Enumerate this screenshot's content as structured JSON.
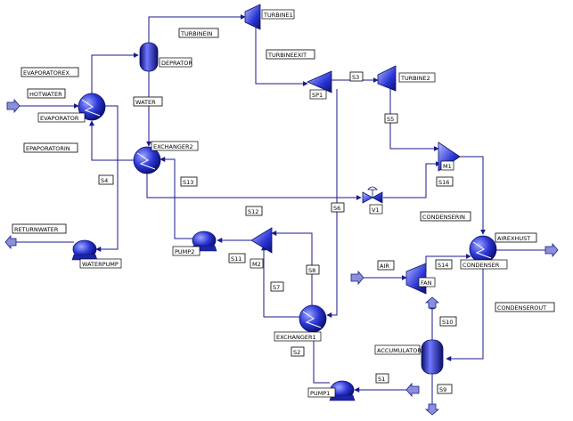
{
  "blocks": {
    "turbine1": "TURBINE1",
    "deprator": "DEPRATOR",
    "evaporator": "EVAPORATOR",
    "exchanger2": "EXCHANGER2",
    "sp1": "SP1",
    "turbine2": "TURBINE2",
    "m1": "M1",
    "v1": "V1",
    "condenser": "CONDENSER",
    "fan": "FAN",
    "accumulator": "ACCUMULATOR",
    "exchanger1": "EXCHANGER1",
    "pump1": "PUMP1",
    "pump2": "PUMP2",
    "m2": "M2",
    "waterpump": "WATERPUMP"
  },
  "streams": {
    "turbinein": "TURBINEIN",
    "turbineexit": "TURBINEEXIT",
    "evaporatorex": "EVAPORATOREX",
    "hotwater": "HOTWATER",
    "water": "WATER",
    "epaporatorin": "EPAPORATORIN",
    "s4": "S4",
    "s3": "S3",
    "s5": "S5",
    "s13": "S13",
    "s16": "S16",
    "s12": "S12",
    "s6": "S6",
    "condenserin": "CONDENSERIN",
    "returnwater": "RETURNWATER",
    "airexhust": "AIREXHUST",
    "air": "AIR",
    "s14": "S14",
    "s11": "S11",
    "s8": "S8",
    "s7": "S7",
    "condenserout": "CONDENSEROUT",
    "s10": "S10",
    "s2": "S2",
    "s1": "S1",
    "s9": "S9"
  }
}
